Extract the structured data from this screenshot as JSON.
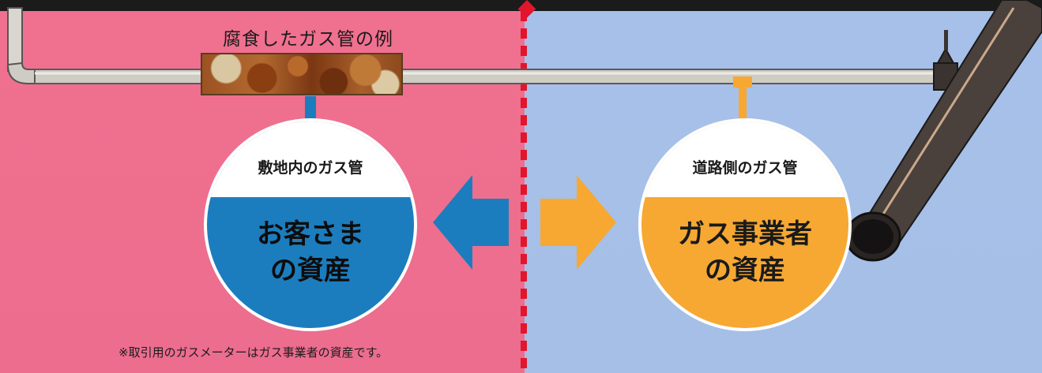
{
  "diagram": {
    "caption_top": "腐食したガス管の例",
    "left_circle": {
      "top_label": "敷地内のガス管",
      "line1": "お客さま",
      "line2": "の資産"
    },
    "right_circle": {
      "top_label": "道路側のガス管",
      "line1": "ガス事業者",
      "line2": "の資産"
    },
    "footnote": "※取引用のガスメーターはガス事業者の資産です。"
  },
  "colors": {
    "left_bg": "#ec6d8e",
    "right_bg": "#a7c0ea",
    "customer_blue": "#1c7dbe",
    "utility_orange": "#f6a833",
    "divider_red": "#e1162c"
  }
}
